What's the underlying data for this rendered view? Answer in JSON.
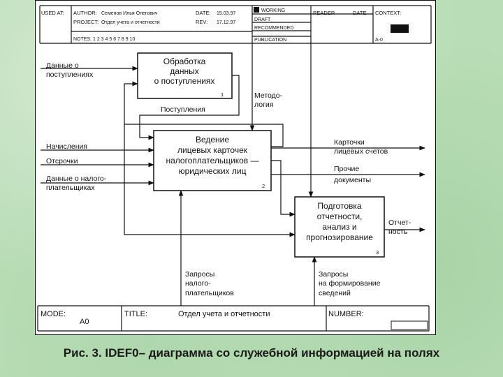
{
  "header": {
    "used_at": "USED AT:",
    "author_label": "AUTHOR:",
    "author_value": "Семенов Илья Олегович",
    "project_label": "PROJECT:",
    "project_value": "Отдел учета и отчетности",
    "date_label": "DATE:",
    "date_value": "15.03.97",
    "rev_label": "REV:",
    "rev_value": "17.12.97",
    "notes": "NOTES: 1 2 3 4 5 6 7 8 9 10",
    "working": "WORKING",
    "draft": "DRAFT",
    "recommended": "RECOMMENDED",
    "publication": "PUBLICATION",
    "reader": "READER",
    "reader_date": "DATE",
    "context": "CONTEXT:",
    "context_node": "A-0"
  },
  "boxes": [
    {
      "lines": [
        "Обработка",
        "данных",
        "о поступлениях"
      ],
      "number": "1"
    },
    {
      "lines": [
        "Ведение",
        "лицевых карточек",
        "налогоплательщиков —",
        "юридических лиц"
      ],
      "number": "2"
    },
    {
      "lines": [
        "Подготовка",
        "отчетности,",
        "анализ и",
        "прогнозирование"
      ],
      "number": "3"
    }
  ],
  "arrows": {
    "input_receipts": [
      "Данные о",
      "поступлениях"
    ],
    "receipts": "Поступления",
    "methodology": [
      "Методо-",
      "логия"
    ],
    "accruals": "Начисления",
    "deferrals": "Отсрочки",
    "taxpayer_data": [
      "Данные о налого-",
      "плательщиках"
    ],
    "cards": [
      "Карточки",
      "лицевых счетов"
    ],
    "other_docs": [
      "Прочие",
      "документы"
    ],
    "reporting": [
      "Отчет-",
      "ность"
    ],
    "taxpayer_requests": [
      "Запросы",
      "налого-",
      "плательщиков"
    ],
    "report_requests": [
      "Запросы",
      "на формирование",
      "сведений"
    ]
  },
  "footer": {
    "mode_label": "MODE:",
    "mode_value": "A0",
    "title_label": "TITLE:",
    "title_value": "Отдел учета и отчетности",
    "number_label": "NUMBER:"
  },
  "caption": "Рис. 3.  IDEF0– диаграмма со служебной информацией на полях"
}
